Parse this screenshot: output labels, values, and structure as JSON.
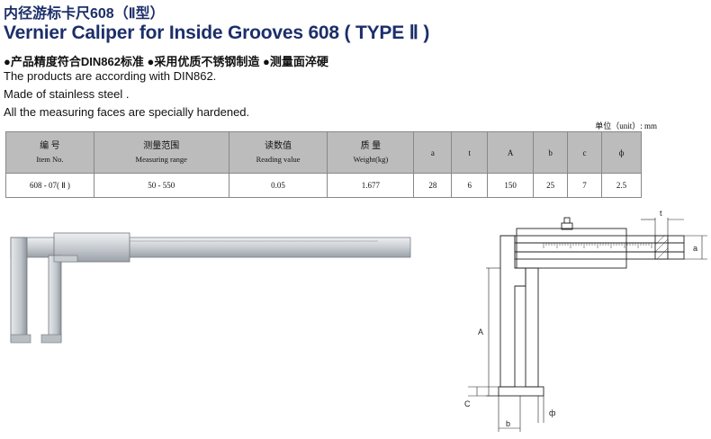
{
  "title_cn": "内径游标卡尺608（Ⅱ型）",
  "title_en": "Vernier Caliper for Inside Grooves  608 ( TYPE Ⅱ )",
  "features_cn": "●产品精度符合DIN862标准  ●采用优质不锈钢制造  ●测量面淬硬",
  "features_en": [
    "The products are according with DIN862.",
    "Made of stainless steel .",
    "All the measuring faces are specially hardened."
  ],
  "unit": "单位（unit）: mm",
  "table": {
    "headers": [
      {
        "cn": "编    号",
        "en": "Item    No."
      },
      {
        "cn": "测量范围",
        "en": "Measuring range"
      },
      {
        "cn": "读数值",
        "en": "Reading value"
      },
      {
        "cn": "质    量",
        "en": "Weight(kg)"
      },
      {
        "cn": "",
        "en": "a"
      },
      {
        "cn": "",
        "en": "t"
      },
      {
        "cn": "",
        "en": "A"
      },
      {
        "cn": "",
        "en": "b"
      },
      {
        "cn": "",
        "en": "c"
      },
      {
        "cn": "",
        "en": "ф"
      }
    ],
    "rows": [
      [
        "608 - 07( Ⅱ )",
        "50 - 550",
        "0.05",
        "1.677",
        "28",
        "6",
        "150",
        "25",
        "7",
        "2.5"
      ]
    ]
  },
  "diagram_labels": {
    "t": "t",
    "a": "a",
    "A": "A",
    "c": "C",
    "b": "b",
    "phi": "ф"
  }
}
